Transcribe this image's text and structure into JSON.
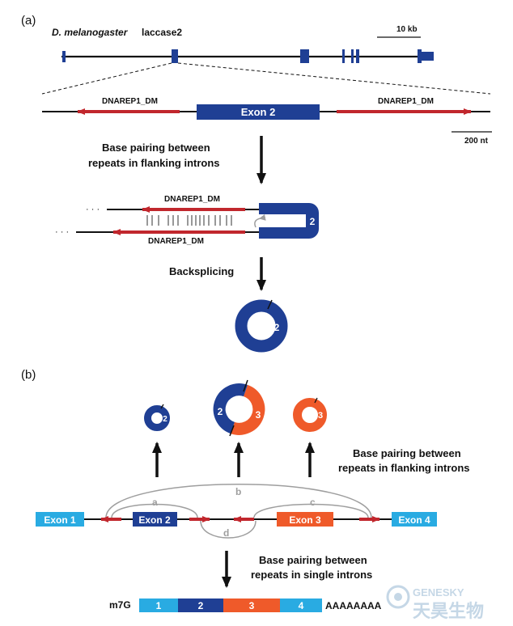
{
  "panel_a": {
    "label": "(a)",
    "gene_name": "D. melanogaster",
    "gene_suffix": "laccase2",
    "scale_top": "10 kb",
    "scale_bottom": "200 nt",
    "repeat_label": "DNAREP1_DM",
    "exon2_label": "Exon 2",
    "step1_line1": "Base pairing between",
    "step1_line2": "repeats in flanking introns",
    "dots": "· · ·",
    "hairpin_exon_num": "2",
    "step2": "Backsplicing",
    "circle_exon_num": "2"
  },
  "panel_b": {
    "label": "(b)",
    "circles": [
      {
        "label": "2"
      },
      {
        "label_left": "2",
        "label_right": "3"
      },
      {
        "label": "3"
      }
    ],
    "flank_text_line1": "Base pairing between",
    "flank_text_line2": "repeats in flanking introns",
    "exons": [
      "Exon 1",
      "Exon 2",
      "Exon 3",
      "Exon 4"
    ],
    "arc_labels": [
      "a",
      "b",
      "c",
      "d"
    ],
    "single_text_line1": "Base pairing between",
    "single_text_line2": "repeats in single introns",
    "cap": "m7G",
    "mrna_segments": [
      "1",
      "2",
      "3",
      "4"
    ],
    "polya": "AAAAAAAA"
  },
  "watermark": {
    "brand": "GENESKY",
    "brand_cn": "天昊生物"
  },
  "colors": {
    "blue": "#1f3f94",
    "red": "#c1272d",
    "orange": "#ef5a2a",
    "cyan": "#29abe2",
    "gray": "#9e9e9e"
  }
}
